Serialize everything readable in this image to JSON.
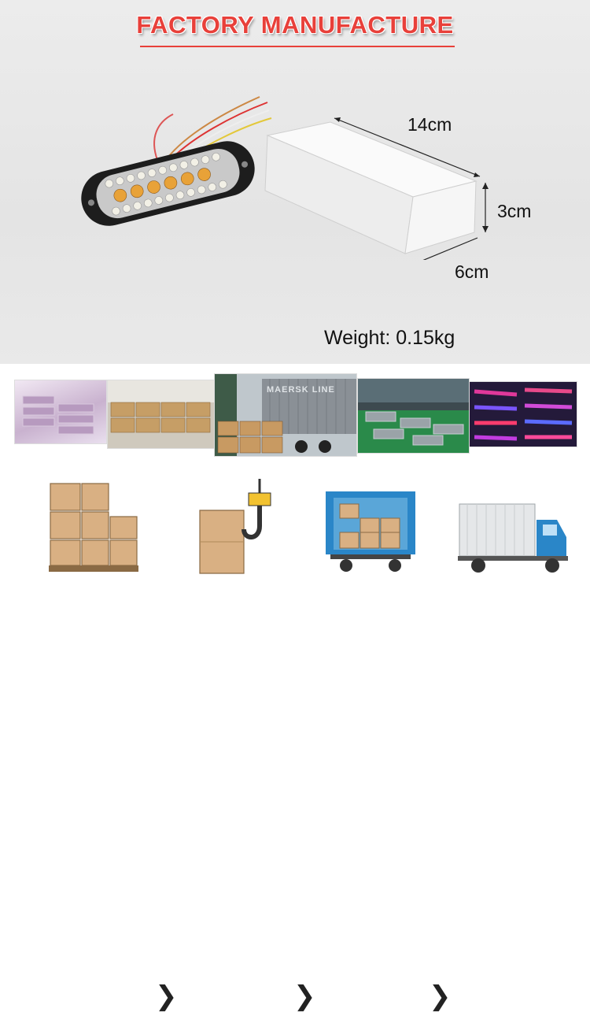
{
  "header": {
    "title": "FACTORY MANUFACTURE"
  },
  "dimensions": {
    "length": "14cm",
    "height": "3cm",
    "width": "6cm"
  },
  "weight_label": "Weight: 0.15kg",
  "photo_strip": {
    "items": [
      {
        "name": "packed-lights-stack-photo"
      },
      {
        "name": "warehouse-cartons-photo"
      },
      {
        "name": "shipping-container-loading-photo",
        "text": "MAERSK LINE"
      },
      {
        "name": "assembly-workshop-photo"
      },
      {
        "name": "light-bar-testing-photo"
      }
    ]
  },
  "process_steps": [
    {
      "icon": "stacked-cartons-icon"
    },
    {
      "icon": "crane-hook-box-icon"
    },
    {
      "icon": "container-loading-icon"
    },
    {
      "icon": "delivery-truck-icon"
    }
  ],
  "colors": {
    "accent": "#e8403a",
    "carton": "#d9b083",
    "truck_cab": "#2a86c8"
  }
}
